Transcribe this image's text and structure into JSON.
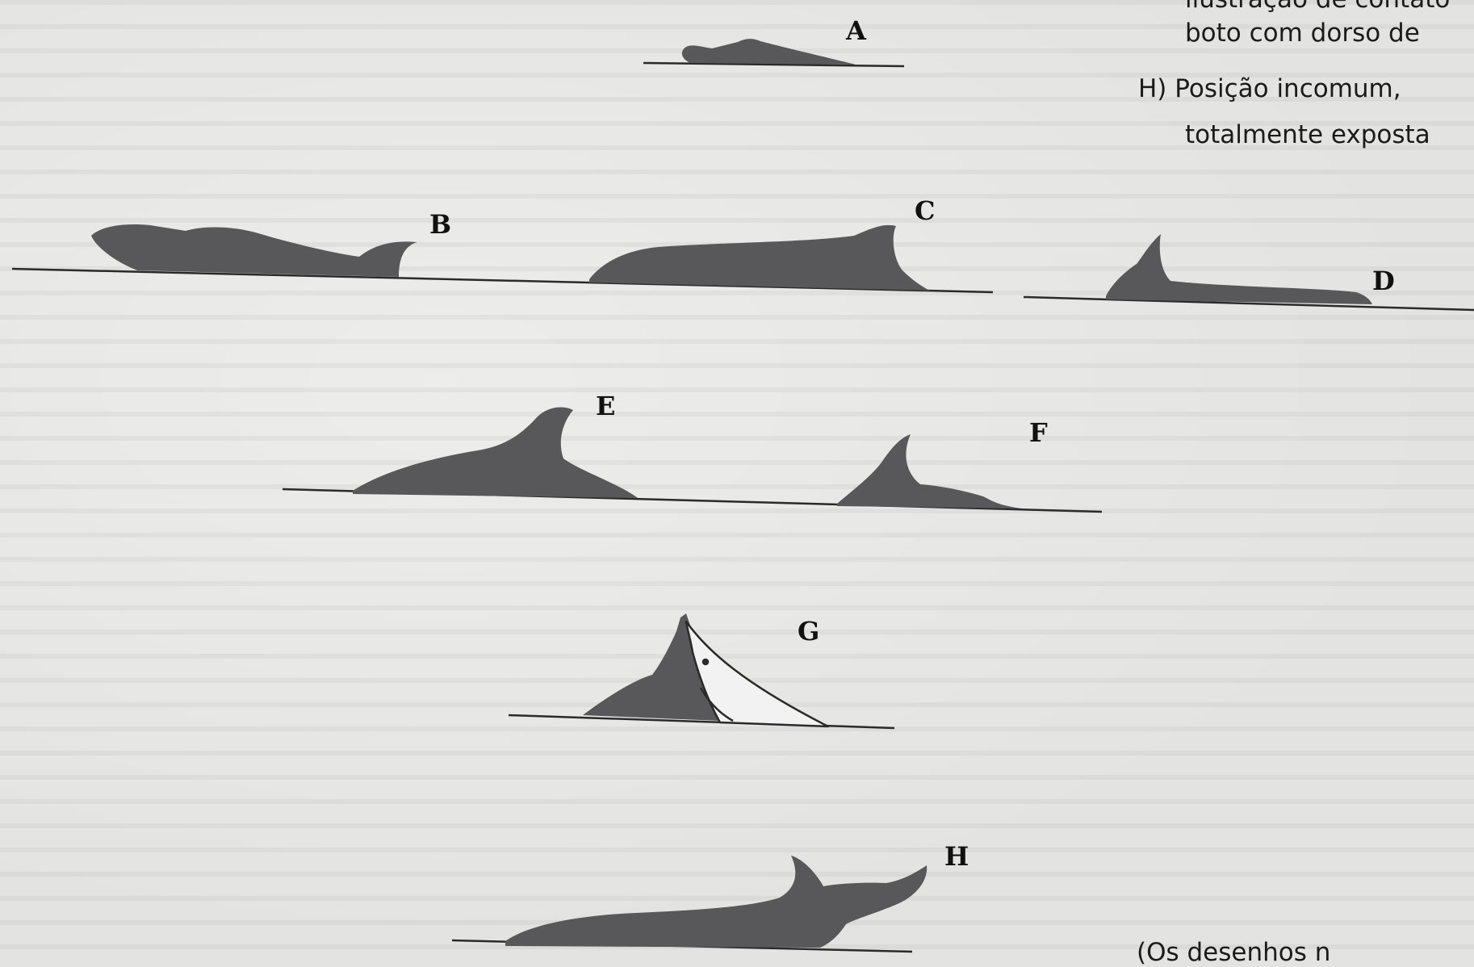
{
  "figure": {
    "colors": {
      "silhouette": "#58585a",
      "water_line": "#2a2a2a",
      "light_belly": "#f2f2f2"
    },
    "labels": {
      "A": "A",
      "B": "B",
      "C": "C",
      "D": "D",
      "E": "E",
      "F": "F",
      "G": "G",
      "H": "H"
    }
  },
  "caption": {
    "line_top_fragment": "ilustração de contato",
    "line_1": "boto com dorso de",
    "line_2": "H)  Posição incomum,",
    "line_3": "totalmente exposta",
    "line_bottom_fragment": "(Os desenhos n"
  }
}
